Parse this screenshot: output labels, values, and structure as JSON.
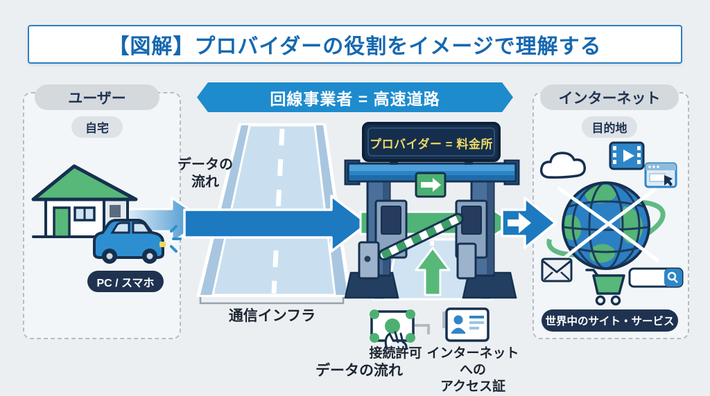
{
  "title": "【図解】プロバイダーの役割をイメージで理解する",
  "user": {
    "header": "ユーザー",
    "location": "自宅",
    "device": "PC / スマホ"
  },
  "carrier": {
    "banner": "回線事業者 = 高速道路",
    "data_flow": "データの\n流れ",
    "infrastructure": "通信インフラ"
  },
  "provider": {
    "sign": "プロバイダー = 料金所",
    "permission": "接続許可",
    "access_cert": "インターネットへの\nアクセス証",
    "data_flow": "データの流れ"
  },
  "internet": {
    "header": "インターネット",
    "destination": "目的地",
    "services": "世界中のサイト・サービス"
  },
  "icons": {
    "house": "home with green roof",
    "car": "blue car",
    "toll_gate": "toll gate with striped barrier",
    "money": "banknote in hand",
    "id_card": "id card",
    "globe": "earth globe",
    "cloud": "cloud",
    "video": "video player",
    "browser": "browser window with cursor",
    "envelope": "mail envelope",
    "cart": "shopping cart",
    "search": "search bar with magnifier"
  },
  "colors": {
    "accent_blue": "#1d79c0",
    "banner_blue": "#1e8bcd",
    "green": "#4db072",
    "navy": "#1f3350",
    "sign_navy": "#152e4d",
    "sign_yellow": "#ecd964",
    "road_light": "#cfe3f2",
    "background": "#eceff2"
  }
}
